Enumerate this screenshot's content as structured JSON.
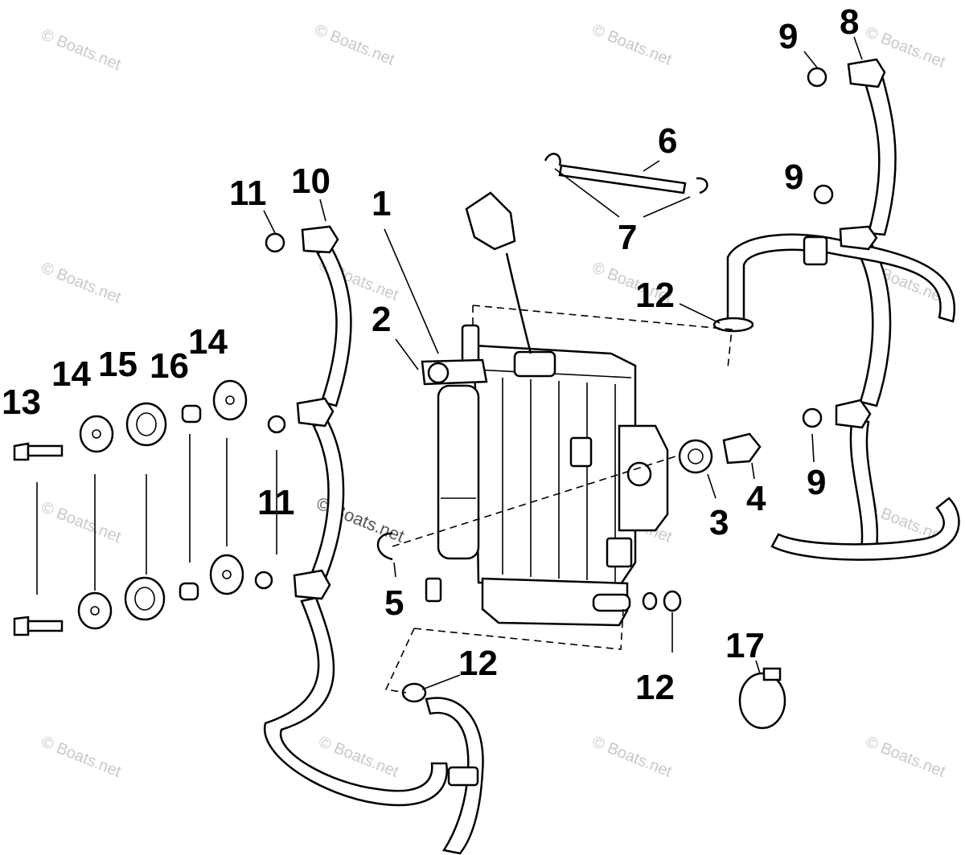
{
  "watermark": "© Boats.net",
  "callouts": {
    "c1": "1",
    "c2": "2",
    "c3": "3",
    "c4": "4",
    "c5": "5",
    "c6": "6",
    "c7": "7",
    "c8": "8",
    "c9a": "9",
    "c9b": "9",
    "c9c": "9",
    "c10": "10",
    "c11a": "11",
    "c11b": "11",
    "c12a": "12",
    "c12b": "12",
    "c12c": "12",
    "c13": "13",
    "c14a": "14",
    "c14b": "14",
    "c15": "15",
    "c16": "16",
    "c17": "17"
  }
}
